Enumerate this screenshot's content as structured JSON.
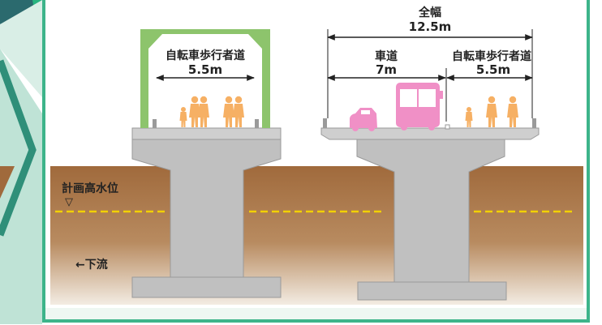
{
  "colors": {
    "panel_border": "#3db48a",
    "panel_bg": "#eef7f2",
    "deco_teal": "#2f8f79",
    "deco_light": "#bfe3d6",
    "header_dark": "#2b6a6e",
    "header_green": "#27b37f",
    "soil_top": "#a06a3c",
    "soil_bottom": "#f3ece3",
    "concrete": "#c0c0c0",
    "concrete_edge": "#9a9a9a",
    "truss_green": "#8dc46c",
    "people": "#f6b064",
    "vehicles": "#f090c6",
    "water_level": "#f2d000"
  },
  "existing_bridge": {
    "sidewalk_label": "自転車歩行者道",
    "sidewalk_width": "5.5m"
  },
  "new_bridge": {
    "total_label": "全幅",
    "total_width": "12.5m",
    "roadway_label": "車道",
    "roadway_width": "7m",
    "sidewalk_label": "自転車歩行者道",
    "sidewalk_width": "5.5m"
  },
  "water": {
    "label": "計画高水位",
    "marker": "▽"
  },
  "flow": {
    "label": "←下流"
  }
}
